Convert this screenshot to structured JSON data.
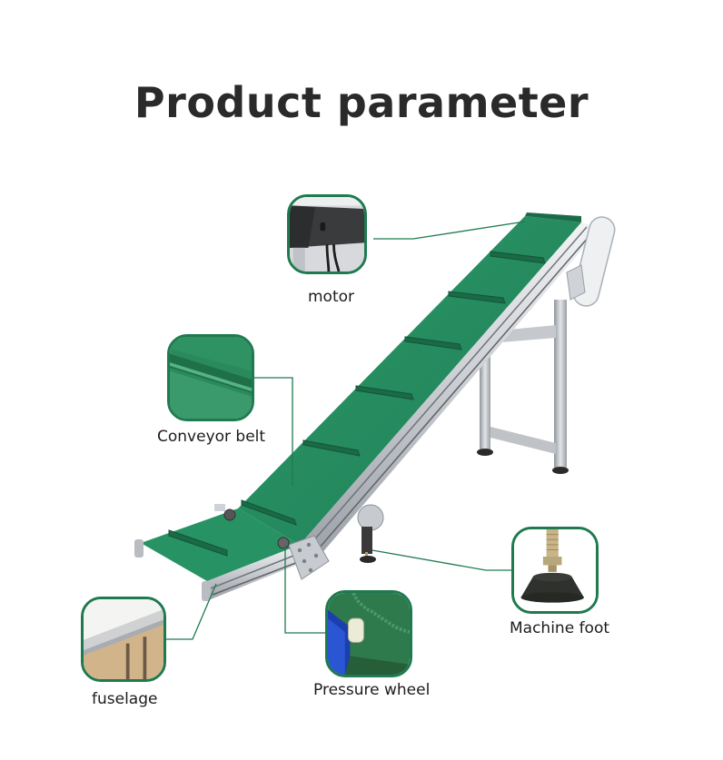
{
  "title": "Product parameter",
  "accent_color": "#1f7a4f",
  "belt_color": "#2e9a6b",
  "callouts": [
    {
      "id": "motor",
      "label": "motor",
      "icon": "motor-icon"
    },
    {
      "id": "conveyor_belt",
      "label": "Conveyor belt",
      "icon": "conveyor-belt-icon"
    },
    {
      "id": "machine_foot",
      "label": "Machine foot",
      "icon": "machine-foot-icon"
    },
    {
      "id": "pressure_wheel",
      "label": "Pressure wheel",
      "icon": "pressure-wheel-icon"
    },
    {
      "id": "fuselage",
      "label": "fuselage",
      "icon": "fuselage-icon"
    }
  ]
}
